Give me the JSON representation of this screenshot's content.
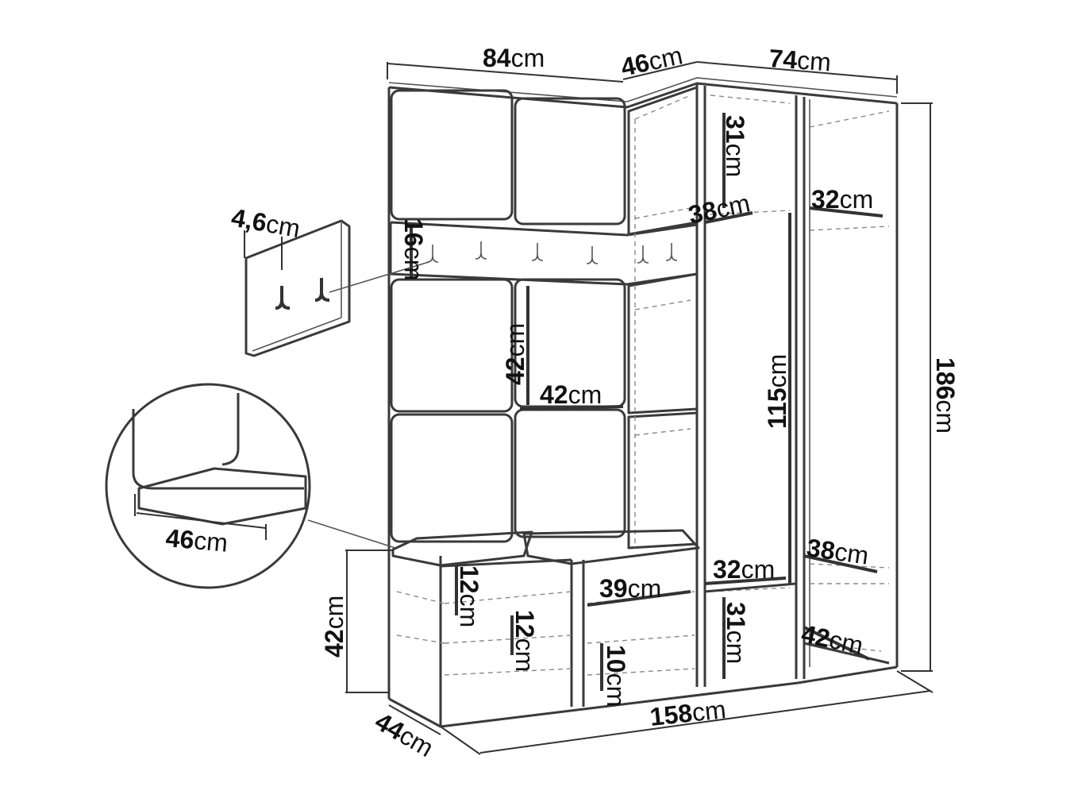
{
  "dimensions": {
    "top_left_width": {
      "value": "84",
      "unit": "cm"
    },
    "top_corner_width": {
      "value": "46",
      "unit": "cm"
    },
    "top_right_width": {
      "value": "74",
      "unit": "cm"
    },
    "hook_board_thickness": {
      "value": "4,6",
      "unit": "cm"
    },
    "hook_rail_height": {
      "value": "16",
      "unit": "cm"
    },
    "panel_height": {
      "value": "42",
      "unit": "cm"
    },
    "panel_width": {
      "value": "42",
      "unit": "cm"
    },
    "top_shelf_height": {
      "value": "31",
      "unit": "cm"
    },
    "top_shelf_depth": {
      "value": "38",
      "unit": "cm"
    },
    "right_top_shelf_depth": {
      "value": "32",
      "unit": "cm"
    },
    "wardrobe_inner_height": {
      "value": "115",
      "unit": "cm"
    },
    "total_height": {
      "value": "186",
      "unit": "cm"
    },
    "seat_depth": {
      "value": "46",
      "unit": "cm"
    },
    "right_mid_shelf_depth": {
      "value": "38",
      "unit": "cm"
    },
    "middle_shelf_depth": {
      "value": "32",
      "unit": "cm"
    },
    "bench_shelf_depth": {
      "value": "39",
      "unit": "cm"
    },
    "bench_compartment_height_1": {
      "value": "12",
      "unit": "cm"
    },
    "bench_compartment_height_2": {
      "value": "12",
      "unit": "cm"
    },
    "bench_height": {
      "value": "42",
      "unit": "cm"
    },
    "bottom_compartment_height": {
      "value": "10",
      "unit": "cm"
    },
    "lower_shelf_height": {
      "value": "31",
      "unit": "cm"
    },
    "right_bottom_depth": {
      "value": "42",
      "unit": "cm"
    },
    "total_width": {
      "value": "158",
      "unit": "cm"
    },
    "total_depth": {
      "value": "44",
      "unit": "cm"
    }
  }
}
